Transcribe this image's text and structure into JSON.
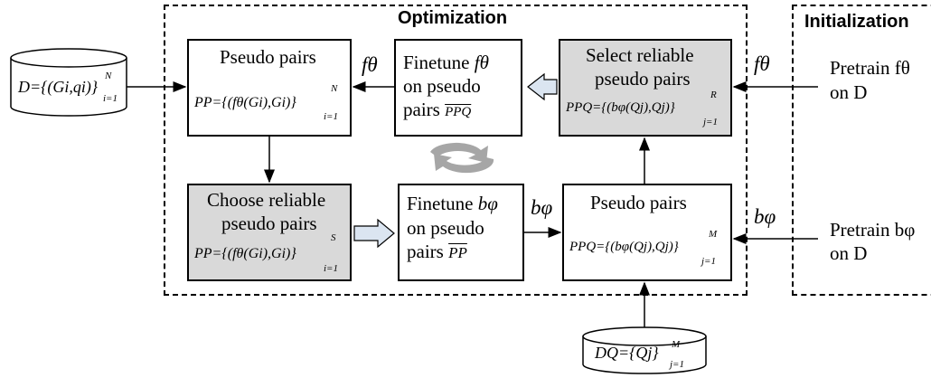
{
  "regions": {
    "optimization": "Optimization",
    "initialization": "Initialization"
  },
  "database_training": {
    "text": "D={(Gi,qi)}",
    "sup": "N",
    "sub": "i=1"
  },
  "database_query": {
    "text": "DQ={Qj}",
    "sup": "M",
    "sub": "j=1"
  },
  "boxes": {
    "pseudo_pairs_top": {
      "title": "Pseudo pairs",
      "formula": "PP={(fθ(Gi),Gi)}",
      "sup": "N",
      "sub": "i=1"
    },
    "finetune_f": {
      "line1_prefix": "Finetune ",
      "line1_sym": "fθ",
      "line2": "on pseudo",
      "line3_prefix": "pairs ",
      "line3_sym": "PPQ"
    },
    "select_reliable": {
      "line1": "Select reliable",
      "line2": "pseudo pairs",
      "formula": "PPQ={(bφ(Qj),Qj)}",
      "sup": "R",
      "sub": "j=1"
    },
    "choose_reliable": {
      "line1": "Choose reliable",
      "line2": "pseudo pairs",
      "formula": "PP={(fθ(Gi),Gi)}",
      "sup": "S",
      "sub": "i=1"
    },
    "finetune_b": {
      "line1_prefix": "Finetune ",
      "line1_sym": "bφ",
      "line2": "on pseudo",
      "line3_prefix": "pairs ",
      "line3_sym": "PP"
    },
    "pseudo_pairs_bottom": {
      "title": "Pseudo pairs",
      "formula": "PPQ={(bφ(Qj),Qj)}",
      "sup": "M",
      "sub": "j=1"
    }
  },
  "arrow_labels": {
    "f_top": "fθ",
    "b_mid": "bφ",
    "f_init": "fθ",
    "b_init": "bφ"
  },
  "initialization": {
    "pretrain_f_line1": "Pretrain fθ",
    "pretrain_f_line2": "on D",
    "pretrain_b_line1": "Pretrain bφ",
    "pretrain_b_line2": "on D"
  },
  "colors": {
    "shaded_box": "#d9d9d9",
    "cycle_icon": "#a6a6a6",
    "block_arrow_fill": "#dbe5f1"
  }
}
